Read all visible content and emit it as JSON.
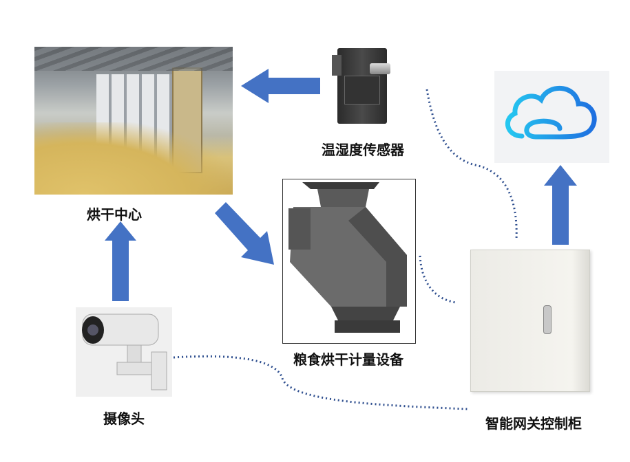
{
  "nodes": {
    "drying_center": {
      "label": "烘干中心"
    },
    "sensor": {
      "label": "温湿度传感器"
    },
    "metering_equipment": {
      "label": "粮食烘干计量设备"
    },
    "camera": {
      "label": "摄像头"
    },
    "gateway_cabinet": {
      "label": "智能网关控制柜"
    },
    "cloud": {
      "icon": "cloud-icon"
    }
  },
  "colors": {
    "arrow": "#4472C4",
    "dotted_link": "#2F4F8F"
  }
}
